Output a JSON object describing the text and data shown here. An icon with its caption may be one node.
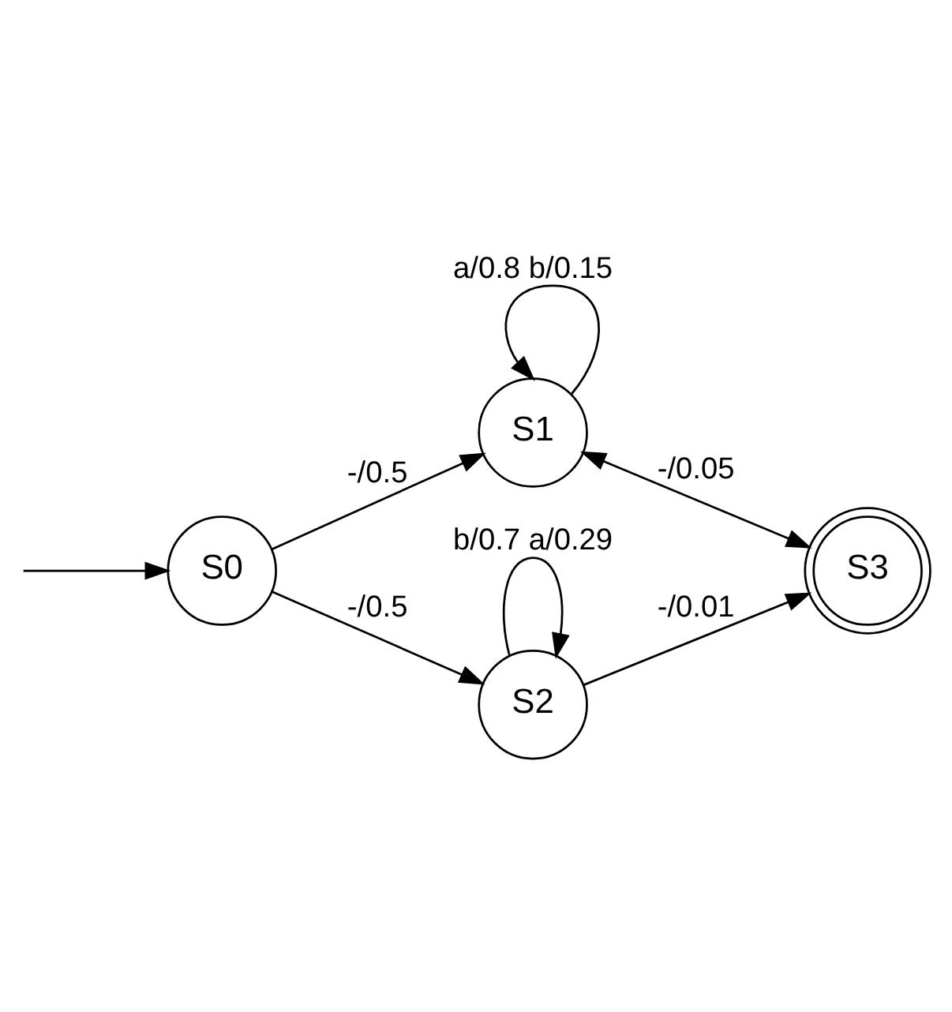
{
  "diagram": {
    "nodes": [
      {
        "text": [
          "S0"
        ]
      },
      {
        "text": [
          "S1"
        ]
      },
      {
        "text": [
          "S2"
        ]
      },
      {
        "text": [
          "S3"
        ]
      }
    ],
    "edges": [
      {
        "from": null,
        "to": 0,
        "arrow": "to"
      },
      {
        "from": 0,
        "to": 1,
        "arrow": "to",
        "label": "-/0.5"
      },
      {
        "from": 0,
        "to": 2,
        "arrow": "to",
        "label": "-/0.5"
      },
      {
        "from": 1,
        "to": 1,
        "arrow": "to",
        "label": "a/0.8 b/0.15"
      },
      {
        "from": 1,
        "to": 3,
        "arrow": "both",
        "label": "-/0.05"
      },
      {
        "from": 2,
        "to": 3,
        "arrow": "to",
        "label": "-/0.01"
      },
      {
        "from": 2,
        "to": 2,
        "arrow": "to",
        "label": "b/0.7 a/0.29"
      }
    ]
  }
}
